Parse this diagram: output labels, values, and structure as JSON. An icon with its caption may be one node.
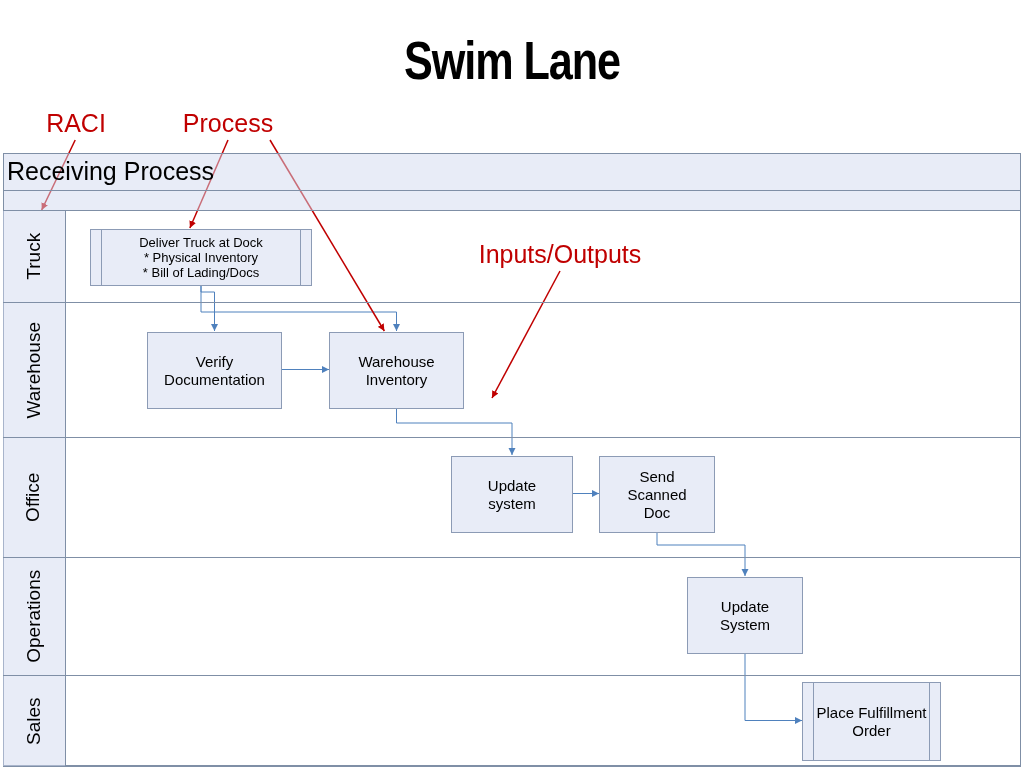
{
  "diagram": {
    "title": "Swim Lane",
    "nodes": [
      {
        "text": [
          "Receiving Process"
        ]
      },
      {
        "text": [
          "Truck"
        ],
        "in": 0
      },
      {
        "text": [
          "Warehouse"
        ],
        "in": 0
      },
      {
        "text": [
          "Office"
        ],
        "in": 0
      },
      {
        "text": [
          "Operations"
        ],
        "in": 0
      },
      {
        "text": [
          "Sales"
        ],
        "in": 0
      },
      {
        "text": [
          "Deliver Truck at Dock",
          "* Physical Inventory",
          "* Bill of Lading/Docs"
        ],
        "in": 1
      },
      {
        "text": [
          "Verify Documentation"
        ],
        "in": 2
      },
      {
        "text": [
          "Warehouse Inventory"
        ],
        "in": 2
      },
      {
        "text": [
          "Update system"
        ],
        "in": 3
      },
      {
        "text": [
          "Send Scanned Doc"
        ],
        "in": 3
      },
      {
        "text": [
          "Update System"
        ],
        "in": 4
      },
      {
        "text": [
          "Place Fulfillment Order"
        ],
        "in": 5
      },
      {
        "text": [
          "RACI"
        ]
      },
      {
        "text": [
          "Process"
        ]
      },
      {
        "text": [
          "Inputs/Outputs"
        ],
        "in": 1
      }
    ],
    "edges": [
      {
        "from": 6,
        "to": 7,
        "arrow": "to"
      },
      {
        "from": 6,
        "to": 8,
        "arrow": "to"
      },
      {
        "from": 7,
        "to": 8,
        "arrow": "to"
      },
      {
        "from": 8,
        "to": 9,
        "arrow": "to"
      },
      {
        "from": 9,
        "to": 10,
        "arrow": "to"
      },
      {
        "from": 10,
        "to": 11,
        "arrow": "to"
      },
      {
        "from": 11,
        "to": 12,
        "arrow": "to"
      },
      {
        "from": 13,
        "to": 1,
        "arrow": "to",
        "color": "#c00000"
      },
      {
        "from": 14,
        "to": 6,
        "arrow": "to",
        "color": "#c00000"
      },
      {
        "from": 14,
        "to": 8,
        "arrow": "to",
        "color": "#c00000"
      },
      {
        "from": 15,
        "to": null,
        "arrow": "to",
        "color": "#c00000"
      }
    ]
  }
}
